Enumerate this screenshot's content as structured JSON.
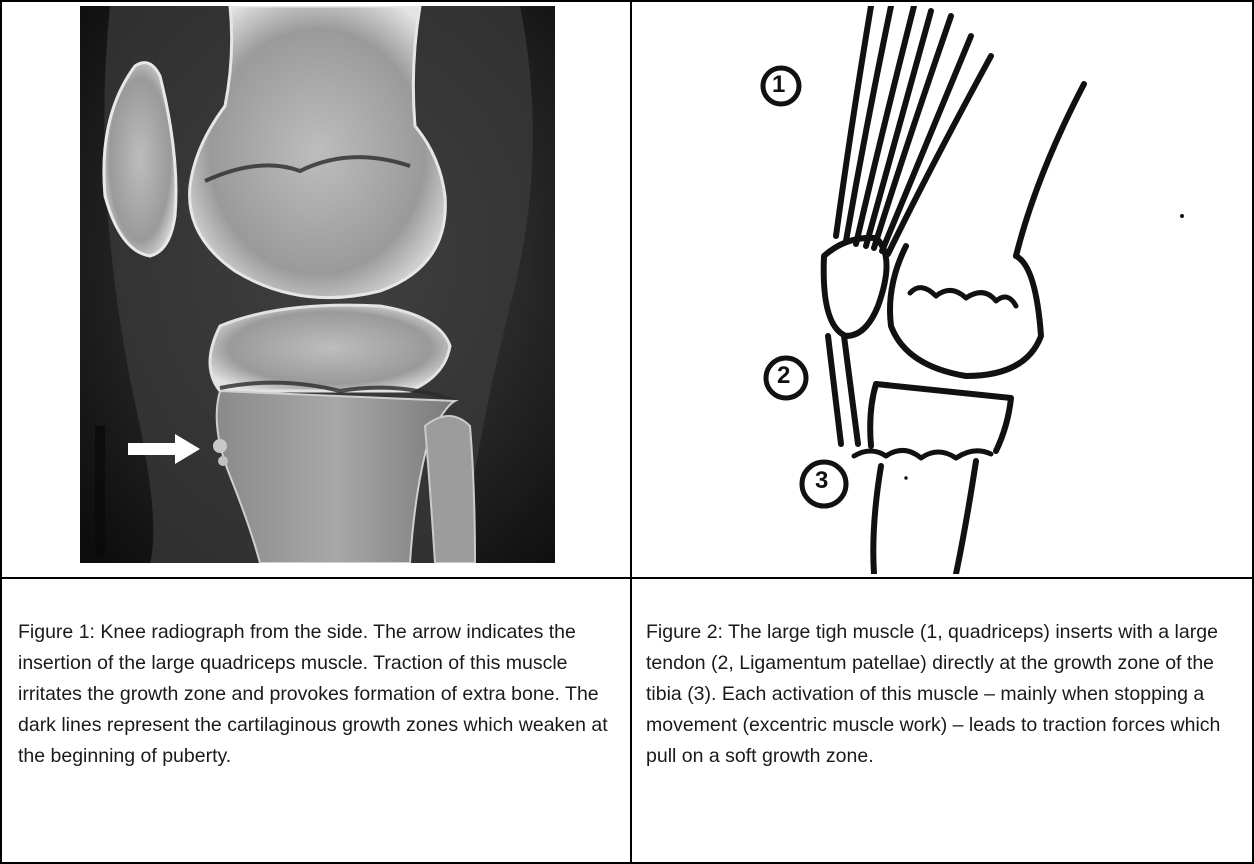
{
  "figure1": {
    "caption": "Figure 1: Knee radiograph from the side. The arrow indicates the insertion of the large quadriceps muscle. Traction of this muscle irritates the growth zone and provokes formation of extra bone. The dark lines represent the cartilaginous growth zones which weaken at the beginning of puberty."
  },
  "figure2": {
    "caption": "Figure 2: The large tigh muscle (1, quadriceps) inserts with a large tendon (2, Ligamentum patellae) directly at the growth zone of the tibia (3). Each activation of this muscle – mainly when stopping a movement (excentric muscle work) – leads to traction forces which pull on a soft growth zone.",
    "labels": [
      "1",
      "2",
      "3"
    ]
  },
  "colors": {
    "border": "#000000",
    "xray_bg": "#141414",
    "bone": "#d8d8d8",
    "ink": "#111111"
  }
}
